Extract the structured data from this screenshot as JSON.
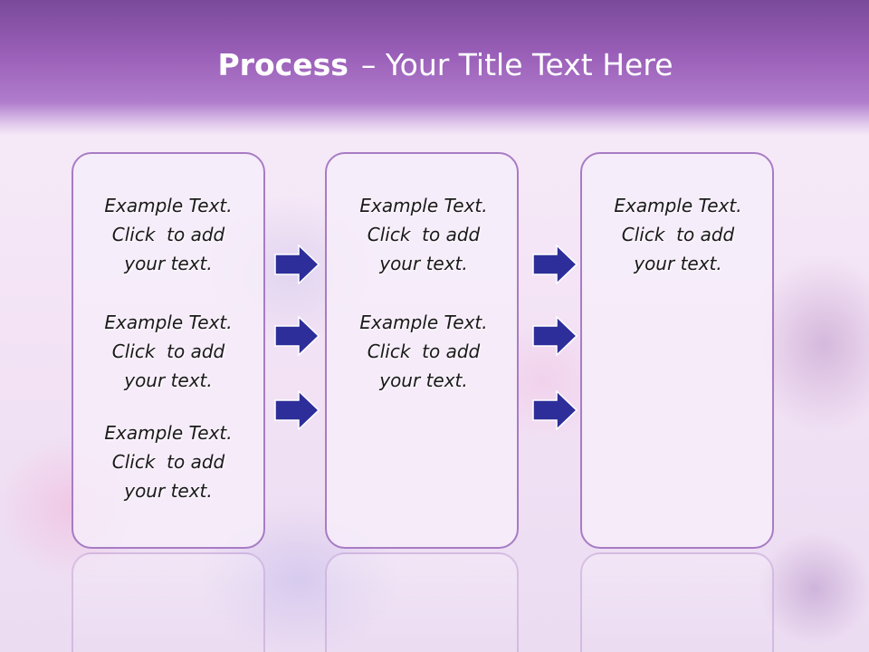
{
  "slide": {
    "title_bold": "Process",
    "title_rest": "– Your Title Text Here"
  },
  "columns": [
    {
      "blocks": [
        {
          "line1": "Example Text.",
          "line2": "Click  to add",
          "line3": "your text."
        },
        {
          "line1": "Example Text.",
          "line2": "Click  to add",
          "line3": "your text."
        },
        {
          "line1": "Example Text.",
          "line2": "Click  to add",
          "line3": "your text."
        }
      ]
    },
    {
      "blocks": [
        {
          "line1": "Example Text.",
          "line2": "Click  to add",
          "line3": "your text."
        },
        {
          "line1": "Example Text.",
          "line2": "Click  to add",
          "line3": "your text."
        }
      ]
    },
    {
      "blocks": [
        {
          "line1": "Example Text.",
          "line2": "Click  to add",
          "line3": "your text."
        }
      ]
    }
  ],
  "colors": {
    "header": "#9a5fb8",
    "box_border": "#a77cc4",
    "arrow_fill": "#2e2e9a"
  },
  "icons": {
    "arrows": "right-arrow-icon"
  }
}
